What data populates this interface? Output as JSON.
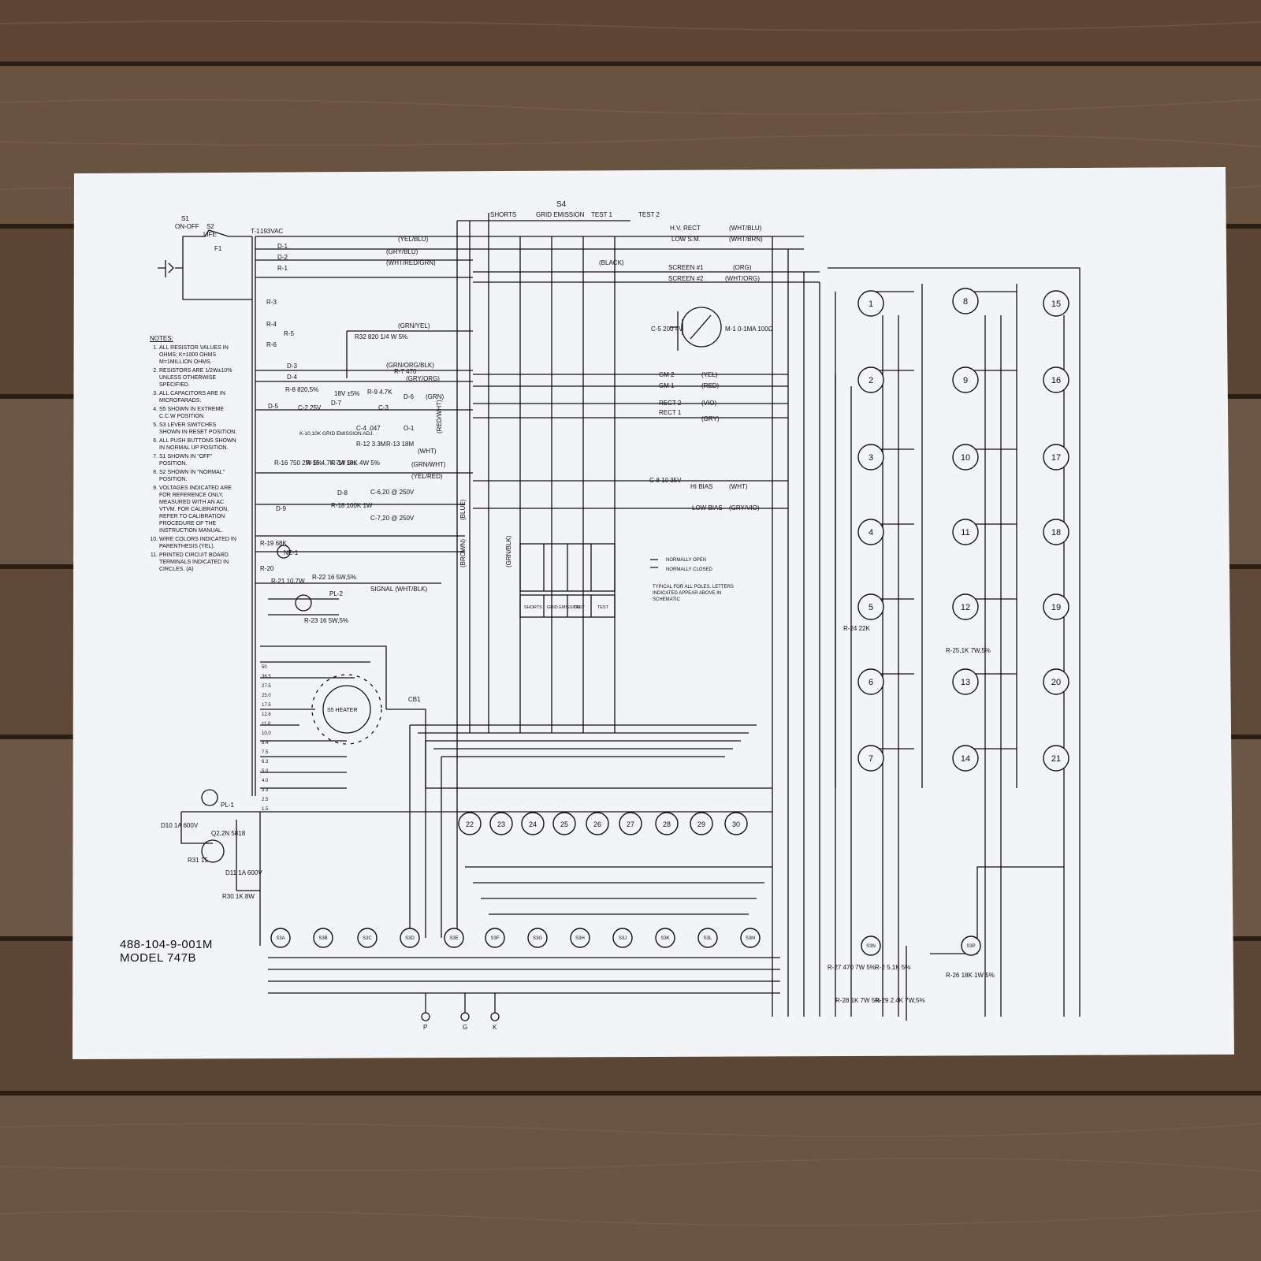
{
  "colors": {
    "wood_dark": "#3e2c20",
    "wood_mid": "#5a4232",
    "wood_light": "#6e5644",
    "paper": "#f3f4f8",
    "ink": "#111111"
  },
  "document": {
    "drawing_number": "488-104-9-001M",
    "model": "MODEL 747B"
  },
  "switches": {
    "s1": "S1",
    "s1_desc": "ON-OFF",
    "s2": "S2",
    "s2_desc": "LIFE",
    "s4": "S4",
    "s4_positions": [
      "SHORTS",
      "GRID EMISSION",
      "TEST 1",
      "TEST 2"
    ],
    "s5": "S5 HEATER",
    "cb1": "CB1"
  },
  "wire_labels": [
    "(YEL/BLU)",
    "(GRY/BLU)",
    "(WHT/RED/GRN)",
    "(BLACK)",
    "(GRN/YEL)",
    "(GRN/ORG/BLK)",
    "(GRY/ORG)",
    "(GRN)",
    "(WHT)",
    "(GRN/WHT)",
    "(YEL/RED)",
    "(RED/WHT)",
    "(BLUE)",
    "(BROWN)",
    "(GRN/BLK)",
    "SIGNAL (WHT/BLK)"
  ],
  "bus_labels": [
    {
      "name": "H.V. RECT",
      "wire": "(WHT/BLU)"
    },
    {
      "name": "LOW S.M.",
      "wire": "(WHT/BRN)"
    },
    {
      "name": "SCREEN #1",
      "wire": "(ORG)"
    },
    {
      "name": "SCREEN #2",
      "wire": "(WHT/ORG)"
    },
    {
      "name": "GM 2",
      "wire": "(YEL)"
    },
    {
      "name": "GM 1",
      "wire": "(RED)"
    },
    {
      "name": "RECT 2",
      "wire": "(VIO)"
    },
    {
      "name": "RECT 1",
      "wire": "(GRY)"
    },
    {
      "name": "HI BIAS",
      "wire": "(WHT)"
    },
    {
      "name": "LOW BIAS",
      "wire": "(GRY/VIO)"
    }
  ],
  "components": {
    "t1": "T-1",
    "t1_tap": "193VAC",
    "f1": "F1",
    "d1": "D-1",
    "d2": "D-2",
    "d3": "D-3",
    "d4": "D-4",
    "d5": "D-5",
    "d6": "D-6",
    "d7": "D-7",
    "d8": "D-8",
    "d9": "D-9",
    "r1": "R-1",
    "r3": "R-3",
    "r4": "R-4",
    "r5": "R-5",
    "r6": "R-6",
    "r7": "R-7 470",
    "r8": "R-8 820,5%",
    "r9": "R-9 4.7K",
    "r12": "R-12 3.3M",
    "r13": "R-13 18M",
    "r14": "R-14 18K 4W 5%",
    "r15": "R-15 4.7K 7W 5%",
    "r16": "R-16 750 2W 5%",
    "r18": "R-18 100K 1W",
    "r19": "R-19 68K",
    "r20": "R-20",
    "r21": "R-21 10,7W",
    "r22": "R-22 16 5W,5%",
    "r23": "R-23 16 5W,5%",
    "r24": "R-24 22K",
    "r25": "R-25,1K 7W,5%",
    "r26": "R-26 18K 1W 5%",
    "r27": "R-27 470 7W 5%",
    "r28": "R-28 1K 7W 5%",
    "r29": "R-29 2.4K 7W,5%",
    "r30": "R30 1K 8W",
    "r31": "R31 15",
    "r32": "R32 820 1/4 W 5%",
    "r2": "R-2 5.1K 5%",
    "c2": "C-2 25V",
    "c3": "C-3",
    "c4": "C-4 .047",
    "c5": "C-5 200 4V",
    "c6": "C-6,20 @ 250V",
    "c7": "C-7,20 @ 250V",
    "c8": "C-8 10 35V",
    "m1": "M-1 0-1MA 100Ω",
    "ne1": "NE-1",
    "o1": "O-1",
    "pl1": "PL-1",
    "pl2": "PL-2",
    "d10": "D10 1A 600V",
    "d11": "D11 1A 600V",
    "q2": "Q2,2N 5818",
    "zener": "18V ±5%",
    "emission_adj": "K-10,10K GRID EMISSION ADJ."
  },
  "legend": {
    "normally_open": "NORMALLY OPEN",
    "normally_closed": "NORMALLY CLOSED",
    "typical_note": "TYPICAL FOR ALL POLES. LETTERS INDICATED APPEAR ABOVE IN SCHEMATIC",
    "buttons": [
      "SHORTS",
      "GRID EMISSION",
      "TEST",
      "TEST"
    ]
  },
  "sockets": [
    "1",
    "2",
    "3",
    "4",
    "5",
    "6",
    "7",
    "8",
    "9",
    "10",
    "11",
    "12",
    "13",
    "14",
    "15",
    "16",
    "17",
    "18",
    "19",
    "20",
    "21",
    "22",
    "23",
    "24",
    "25",
    "26",
    "27",
    "28",
    "29",
    "30"
  ],
  "selector_labels": [
    "S3A",
    "S3B",
    "S3C",
    "S3D",
    "S3E",
    "S3F",
    "S3G",
    "S3H",
    "S3J",
    "S3K",
    "S3L",
    "S3M"
  ],
  "aux_switches": [
    "S3N",
    "S3P"
  ],
  "terminals": [
    "P",
    "G",
    "K"
  ],
  "heater_voltages": [
    "50",
    "36.5",
    "27.5",
    "25.0",
    "17.5",
    "12.6",
    "11.0",
    "10.0",
    "8.4",
    "7.5",
    "6.3",
    "5.0",
    "4.0",
    "3.3",
    "2.5",
    "1.5"
  ],
  "notes": {
    "title": "NOTES:",
    "items": [
      "ALL RESISTOR VALUES IN OHMS; K=1000 OHMS M=1MILLION OHMS.",
      "RESISTORS ARE 1/2W±10% UNLESS OTHERWISE SPECIFIED.",
      "ALL CAPACITORS ARE IN MICROFARADS.",
      "S5 SHOWN IN EXTREME C.C.W POSITION.",
      "S3 LEVER SWITCHES SHOWN IN RESET POSITION.",
      "ALL PUSH BUTTONS SHOWN IN NORMAL UP POSITION.",
      "S1 SHOWN IN \"OFF\" POSITION.",
      "S2 SHOWN IN \"NORMAL\" POSITION.",
      "VOLTAGES INDICATED ARE FOR REFERENCE ONLY, MEASURED WITH AN AC VTVM. FOR CALIBRATION, REFER TO CALIBRATION PROCEDURE OF THE INSTRUCTION MANUAL.",
      "WIRE COLORS INDICATED IN PARENTHESIS (YEL).",
      "PRINTED CIRCUIT BOARD TERMINALS INDICATED IN CIRCLES. (A)"
    ]
  }
}
